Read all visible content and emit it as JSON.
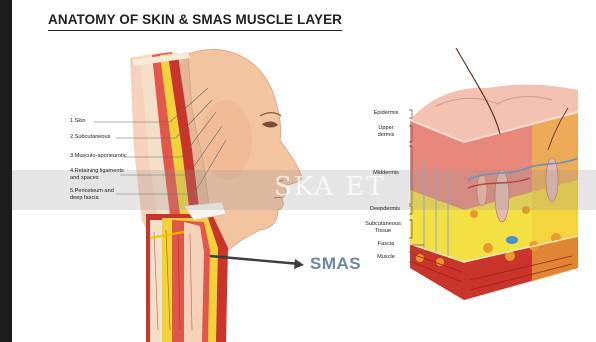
{
  "title": "ANATOMY OF SKIN & SMAS MUSCLE LAYER",
  "left_labels": [
    "1.Skin",
    "2.Subcutaneous",
    "3.Musculo-aponeurotic",
    "4.Retaining ligaments\nand spaces",
    "5.Periosteum and\ndeep fascia"
  ],
  "smas_label": "SMAS",
  "right_labels": {
    "epidermis": "Epidermis",
    "upper_dermis": "Upper\ndermis",
    "middermis": "Middermis",
    "deepdermis": "Deepdermis",
    "subcutaneous": "Subcutaneous\nTissue",
    "fascia": "Fascia",
    "muscle": "Muscle"
  },
  "watermark": "SKA  ET",
  "colors": {
    "skin": "#f6c7a8",
    "fat": "#f2d23a",
    "muscle": "#c9342b",
    "smas_text": "#6b86a6"
  }
}
